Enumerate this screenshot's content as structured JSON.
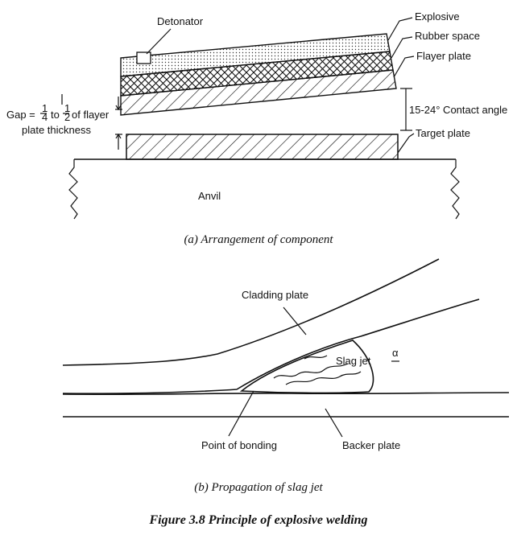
{
  "part_a": {
    "labels": {
      "detonator": "Detonator",
      "explosive": "Explosive",
      "rubber_space": "Rubber space",
      "flayer_plate": "Flayer plate",
      "contact_angle": "15-24° Contact angle",
      "target_plate": "Target plate",
      "gap_prefix": "Gap =",
      "gap_frac1_num": "1",
      "gap_frac1_den": "4",
      "gap_to": "to",
      "gap_frac2_num": "1",
      "gap_frac2_den": "2",
      "gap_suffix": "of flayer",
      "gap_line2": "plate thickness",
      "anvil": "Anvil"
    },
    "caption": "(a) Arrangement of component"
  },
  "part_b": {
    "labels": {
      "cladding_plate": "Cladding plate",
      "slag_jet": "Slag jet",
      "alpha": "α",
      "point_of_bonding": "Point of bonding",
      "backer_plate": "Backer plate"
    },
    "caption": "(b) Propagation of slag jet"
  },
  "figure_title": "Figure 3.8 Principle of explosive welding"
}
